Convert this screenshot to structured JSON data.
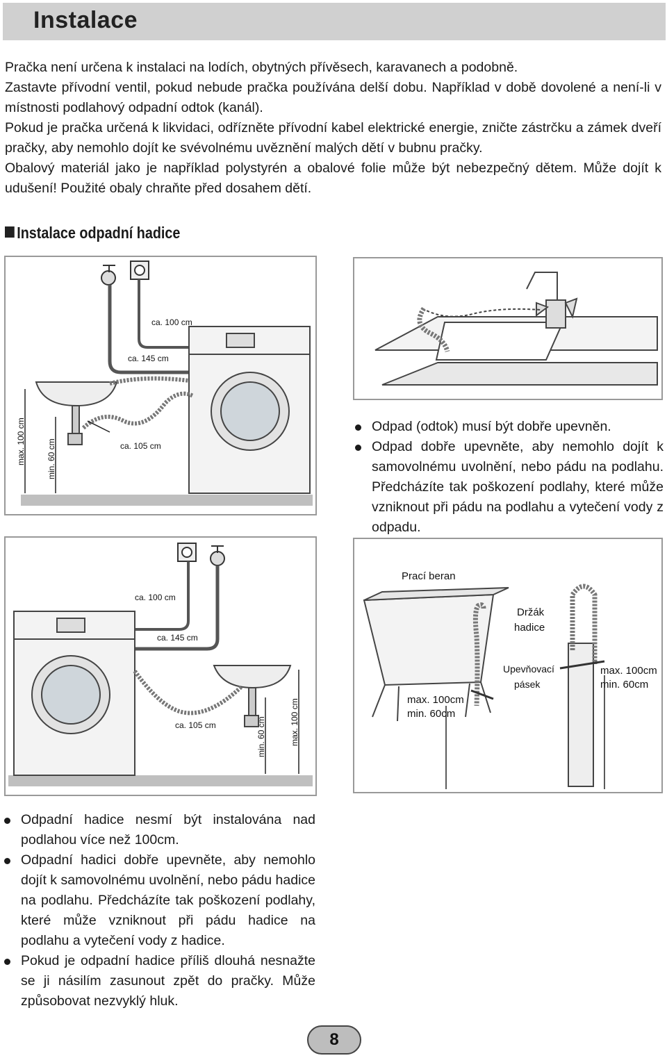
{
  "title": "Instalace",
  "intro": [
    "Pračka není určena k instalaci na lodích, obytných přívěsech, karavanech a podobně.",
    "Zastavte přívodní ventil, pokud nebude pračka používána delší dobu. Například v době dovolené a není-li v místnosti podlahový odpadní odtok (kanál).",
    "Pokud je pračka určená k likvidaci, odřízněte přívodní kabel elektrické energie, zničte zástrčku a zámek dveří pračky, aby nemohlo dojít ke svévolnému uvěznění malých dětí v bubnu pračky.",
    "Obalový materiál jako je například polystyrén a obalové folie může být nebezpečný dětem. Může dojít k udušení! Použité obaly chraňte před dosahem dětí."
  ],
  "section_title": "Instalace odpadní hadice",
  "fig1": {
    "ca100": "ca. 100 cm",
    "ca145": "ca. 145 cm",
    "ca105": "ca. 105 cm",
    "max100": "max. 100 cm",
    "min60": "min. 60 cm"
  },
  "fig3": {
    "ca100": "ca. 100 cm",
    "ca145": "ca. 145 cm",
    "ca105": "ca. 105 cm",
    "max100": "max. 100 cm",
    "min60": "min. 60 cm"
  },
  "fig4": {
    "praci_beran": "Prací beran",
    "drzak_1": "Držák",
    "drzak_2": "hadice",
    "pasek_1": "Upevňovací",
    "pasek_2": "pásek",
    "max100": "max. 100cm",
    "min60": "min. 60cm"
  },
  "bullets_right": [
    "Odpad (odtok) musí být dobře upevněn.",
    "Odpad dobře upevněte, aby nemohlo dojít k samovolnému uvolnění, nebo pádu na podlahu. Předcházíte tak poškození podlahy, které může vzniknout při pádu na podlahu a vytečení vody z odpadu."
  ],
  "bullets_bottom": [
    "Odpadní hadice nesmí být instalována nad podlahou více než 100cm.",
    "Odpadní hadici dobře upevněte, aby nemohlo dojít k samovolnému uvolnění, nebo pádu hadice na podlahu. Předcházíte tak poškození podlahy, které může vzniknout při pádu hadice na podlahu a vytečení vody z hadice.",
    "Pokud je odpadní hadice příliš dlouhá nesnažte se ji násilím zasunout zpět do pračky. Může způsobovat nezvyklý hluk."
  ],
  "page_number": "8"
}
